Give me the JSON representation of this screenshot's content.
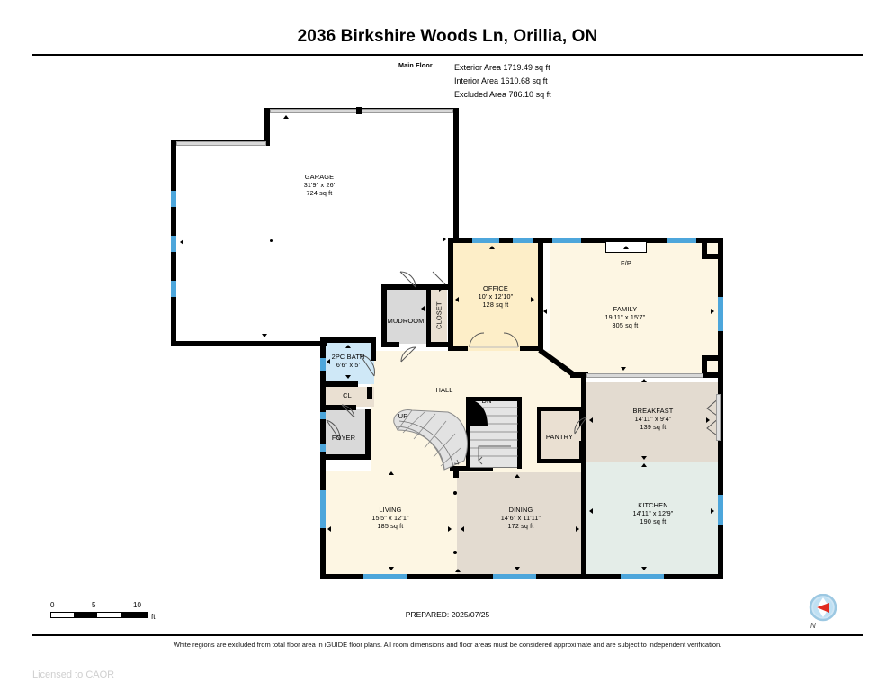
{
  "header": {
    "title": "2036 Birkshire Woods Ln, Orillia, ON",
    "floor_label": "Main Floor",
    "areas": [
      "Exterior Area 1719.49 sq ft",
      "Interior Area 1610.68 sq ft",
      "Excluded Area 786.10 sq ft"
    ]
  },
  "rooms": {
    "garage": {
      "name": "GARAGE",
      "dims": "31'9\" x 26'",
      "area": "724 sq ft"
    },
    "office": {
      "name": "OFFICE",
      "dims": "10' x 12'10\"",
      "area": "128 sq ft"
    },
    "family": {
      "name": "FAMILY",
      "dims": "19'11\" x 15'7\"",
      "area": "305 sq ft"
    },
    "breakfast": {
      "name": "BREAKFAST",
      "dims": "14'11\" x 9'4\"",
      "area": "139 sq ft"
    },
    "kitchen": {
      "name": "KITCHEN",
      "dims": "14'11\" x 12'9\"",
      "area": "190 sq ft"
    },
    "living": {
      "name": "LIVING",
      "dims": "15'5\" x 12'1\"",
      "area": "185 sq ft"
    },
    "dining": {
      "name": "DINING",
      "dims": "14'6\" x 11'11\"",
      "area": "172 sq ft"
    },
    "bath": {
      "name": "2PC BATH",
      "dims": "6'6\" x 5'",
      "area": ""
    },
    "mudroom": {
      "name": "MUDROOM",
      "dims": "",
      "area": ""
    },
    "closet": {
      "name": "CLOSET",
      "dims": "",
      "area": ""
    },
    "hall": {
      "name": "HALL",
      "dims": "",
      "area": ""
    },
    "foyer": {
      "name": "FOYER",
      "dims": "",
      "area": ""
    },
    "cl": {
      "name": "CL",
      "dims": "",
      "area": ""
    },
    "pantry": {
      "name": "PANTRY",
      "dims": "",
      "area": ""
    },
    "fireplace": {
      "name": "F/P",
      "dims": "",
      "area": ""
    }
  },
  "stairs": {
    "up_label": "UP",
    "down_label": "DN"
  },
  "scale": {
    "ticks": [
      "0",
      "5",
      "10"
    ],
    "unit": "ft"
  },
  "compass": {
    "north_label": "N"
  },
  "footer": {
    "prepared": "PREPARED: 2025/07/25",
    "disclaimer": "White regions are excluded from total floor area in iGUIDE floor plans. All room dimensions and floor areas must be considered approximate and are subject to independent verification.",
    "licensed": "Licensed to CAOR"
  },
  "colors": {
    "wall": "#000000",
    "window": "#4da6db",
    "cream": "#fdf6e3",
    "yellow": "#fdeec8",
    "beige": "#e3dbd0",
    "green": "#e4ede8",
    "blue": "#cfe8f7",
    "gray": "#d9d9d9",
    "tan": "#eae0d2"
  }
}
